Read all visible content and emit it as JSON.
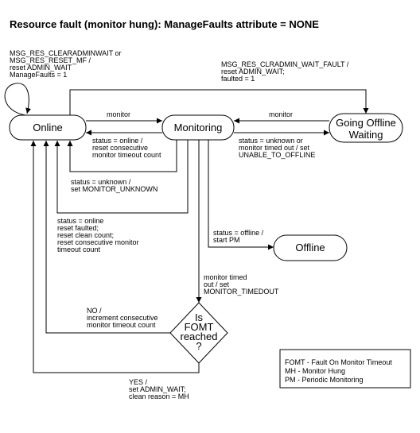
{
  "title": "Resource fault (monitor hung): ManageFaults attribute = NONE",
  "states": {
    "online": "Online",
    "monitoring": "Monitoring",
    "going_offline_1": "Going Offline",
    "going_offline_2": "Waiting",
    "offline": "Offline"
  },
  "decision": {
    "line1": "Is",
    "line2": "FOMT",
    "line3": "reached",
    "line4": "?"
  },
  "transitions": {
    "self_loop": [
      "MSG_RES_CLEARADMINWAIT or",
      "MSG_RES_RESET_MF /",
      "reset ADMIN_WAIT",
      "ManageFaults = 1"
    ],
    "clradmin_wait_fault": [
      "MSG_RES_CLRADMIN_WAIT_FAULT /",
      "reset ADMIN_WAIT;",
      "faulted = 1"
    ],
    "online_to_monitoring": "monitor",
    "going_offline_to_monitoring": "monitor",
    "status_online": [
      "status = online /",
      "reset consecutive",
      "monitor timeout count"
    ],
    "status_unknown_or_timeout": [
      "status = unknown or",
      "monitor timed out / set",
      "UNABLE_TO_OFFLINE"
    ],
    "status_unknown": [
      "status = unknown /",
      "set MONITOR_UNKNOWN"
    ],
    "status_online_reset": [
      "status = online",
      "reset faulted;",
      "reset clean count;",
      "reset consecutive monitor",
      "timeout count"
    ],
    "status_offline": [
      "status = offline /",
      "start PM"
    ],
    "monitor_timed_out": [
      "monitor timed",
      "out / set",
      "MONITOR_TIMEDOUT"
    ],
    "no_branch": [
      "NO /",
      "increment consecutive",
      "monitor timeout count"
    ],
    "yes_branch": [
      "YES /",
      "set ADMIN_WAIT;",
      "clean reason = MH"
    ]
  },
  "legend": [
    "FOMT - Fault On Monitor Timeout",
    "MH - Monitor Hung",
    "PM - Periodic Monitoring"
  ]
}
